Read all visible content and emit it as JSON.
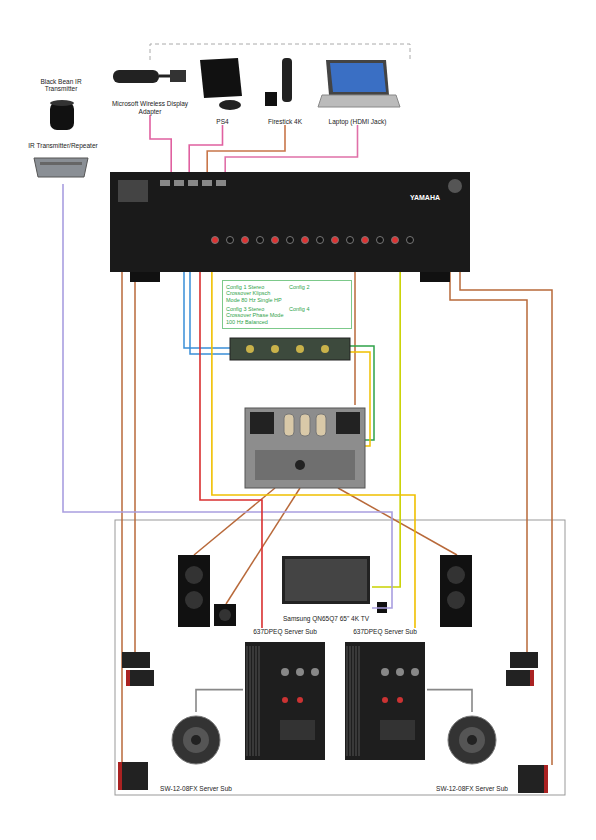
{
  "diagram": {
    "nodes": [
      {
        "text": [
          "Black Bean IR Transmitter"
        ]
      },
      {
        "text": [
          "IR Transmitter/Repeater"
        ]
      },
      {
        "text": [
          "Microsoft Wireless Display Adapter"
        ]
      },
      {
        "text": [
          "PS4"
        ]
      },
      {
        "text": [
          "Firestick 4K"
        ]
      },
      {
        "text": [
          "Laptop (HDMI Jack)"
        ]
      },
      {
        "text": [
          "YAMAHA"
        ]
      },
      {
        "text": [
          "Config 1 Stereo Crossover Klipsch Mode 80 Hz Single HP",
          "Config 2",
          "Config 3 Stereo Crossover Phase Mode 100 Hz Balanced",
          "Config 4"
        ]
      },
      {
        "text": [
          "Samsung QN65Q7 65\" 4K TV"
        ]
      },
      {
        "text": [
          "637DPEQ Server Sub"
        ]
      },
      {
        "text": [
          "637DPEQ Server Sub"
        ]
      },
      {
        "text": [
          "SW-12-08FX Server Sub"
        ]
      },
      {
        "text": [
          "SW-12-08FX Server Sub"
        ]
      }
    ],
    "edges": [
      {
        "from": 2,
        "to": 6,
        "arrow": "none"
      },
      {
        "from": 3,
        "to": 6,
        "arrow": "none"
      },
      {
        "from": 4,
        "to": 6,
        "arrow": "none"
      },
      {
        "from": 5,
        "to": 6,
        "arrow": "none"
      },
      {
        "from": 6,
        "to": 8,
        "arrow": "none"
      },
      {
        "from": 1,
        "to": 8,
        "arrow": "none"
      },
      {
        "from": 6,
        "to": 9,
        "arrow": "none"
      },
      {
        "from": 6,
        "to": 10,
        "arrow": "none"
      },
      {
        "from": 9,
        "to": 11,
        "arrow": "none"
      },
      {
        "from": 10,
        "to": 12,
        "arrow": "none"
      }
    ]
  }
}
